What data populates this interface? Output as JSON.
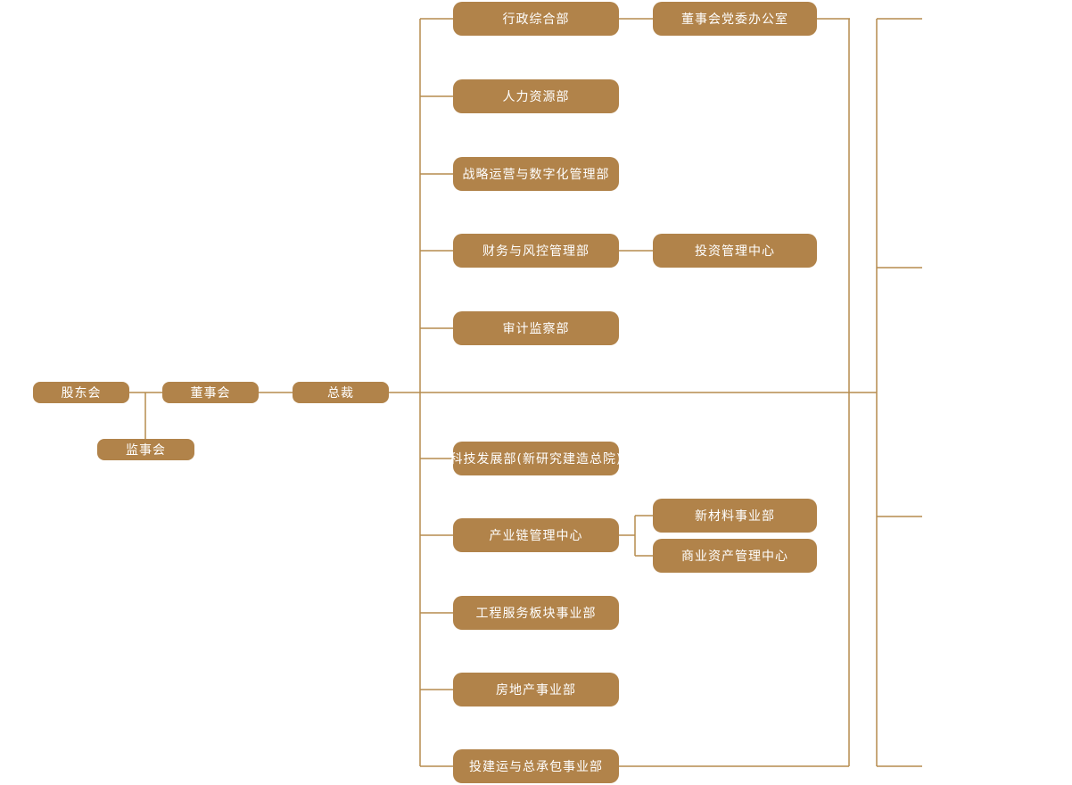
{
  "theme": {
    "background": "#FFFFFF",
    "node_fill": "#B1834A",
    "node_text": "#FFFFFF",
    "line": "#B58C4E"
  },
  "org_chart": {
    "governance": {
      "shareholders": {
        "label": "股东会"
      },
      "supervisory_board": {
        "label": "监事会"
      },
      "board_of_directors": {
        "label": "董事会"
      },
      "president": {
        "label": "总裁"
      }
    },
    "departments": [
      {
        "label": "行政综合部",
        "children": [
          {
            "label": "董事会党委办公室"
          }
        ]
      },
      {
        "label": "人力资源部"
      },
      {
        "label": "战略运营与数字化管理部"
      },
      {
        "label": "财务与风控管理部",
        "children": [
          {
            "label": "投资管理中心"
          }
        ]
      },
      {
        "label": "审计监察部"
      },
      {
        "label": "科技发展部(新研究建造总院)"
      },
      {
        "label": "产业链管理中心",
        "children": [
          {
            "label": "新材料事业部"
          },
          {
            "label": "商业资产管理中心"
          }
        ]
      },
      {
        "label": "工程服务板块事业部"
      },
      {
        "label": "房地产事业部"
      },
      {
        "label": "投建运与总承包事业部"
      }
    ]
  }
}
